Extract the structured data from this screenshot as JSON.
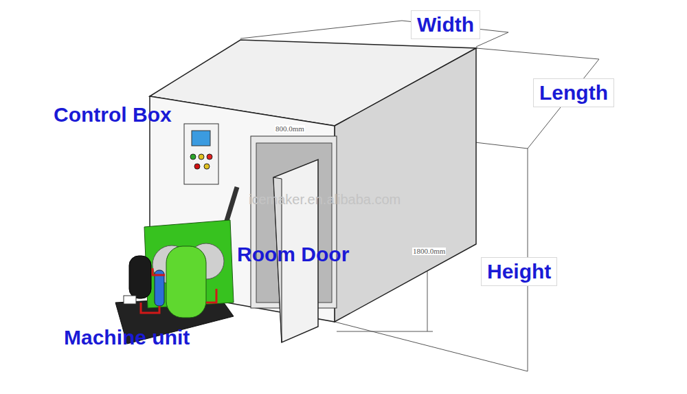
{
  "diagram": {
    "labels": [
      "Width",
      "Length",
      "Height",
      "Control Box",
      "Room Door",
      "Machine unit",
      "800.0mm",
      "1800.0mm",
      "icemaker.en.alibaba.com"
    ]
  }
}
